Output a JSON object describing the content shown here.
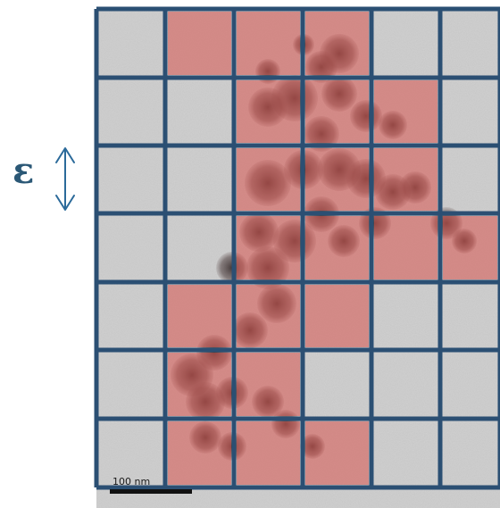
{
  "annotation": {
    "symbol": "ε",
    "arrow_icon": "double-headed-vertical-arrow-icon"
  },
  "scale_bar": {
    "label": "100 nm"
  },
  "grid": {
    "columns": 6,
    "rows": 7,
    "line_color": "#2b4f73",
    "highlight_color": "#d9534f",
    "highlighted_cells": [
      [
        0,
        1
      ],
      [
        0,
        2
      ],
      [
        0,
        3
      ],
      [
        1,
        2
      ],
      [
        1,
        3
      ],
      [
        1,
        4
      ],
      [
        2,
        2
      ],
      [
        2,
        3
      ],
      [
        2,
        4
      ],
      [
        3,
        2
      ],
      [
        3,
        3
      ],
      [
        3,
        4
      ],
      [
        3,
        5
      ],
      [
        4,
        1
      ],
      [
        4,
        2
      ],
      [
        4,
        3
      ],
      [
        5,
        1
      ],
      [
        5,
        2
      ],
      [
        6,
        1
      ],
      [
        6,
        2
      ],
      [
        6,
        3
      ]
    ]
  },
  "colors": {
    "micrograph_background": "#c9c9c9",
    "particle_color": "#3a2a2a",
    "annotation_color": "#2b5876"
  }
}
